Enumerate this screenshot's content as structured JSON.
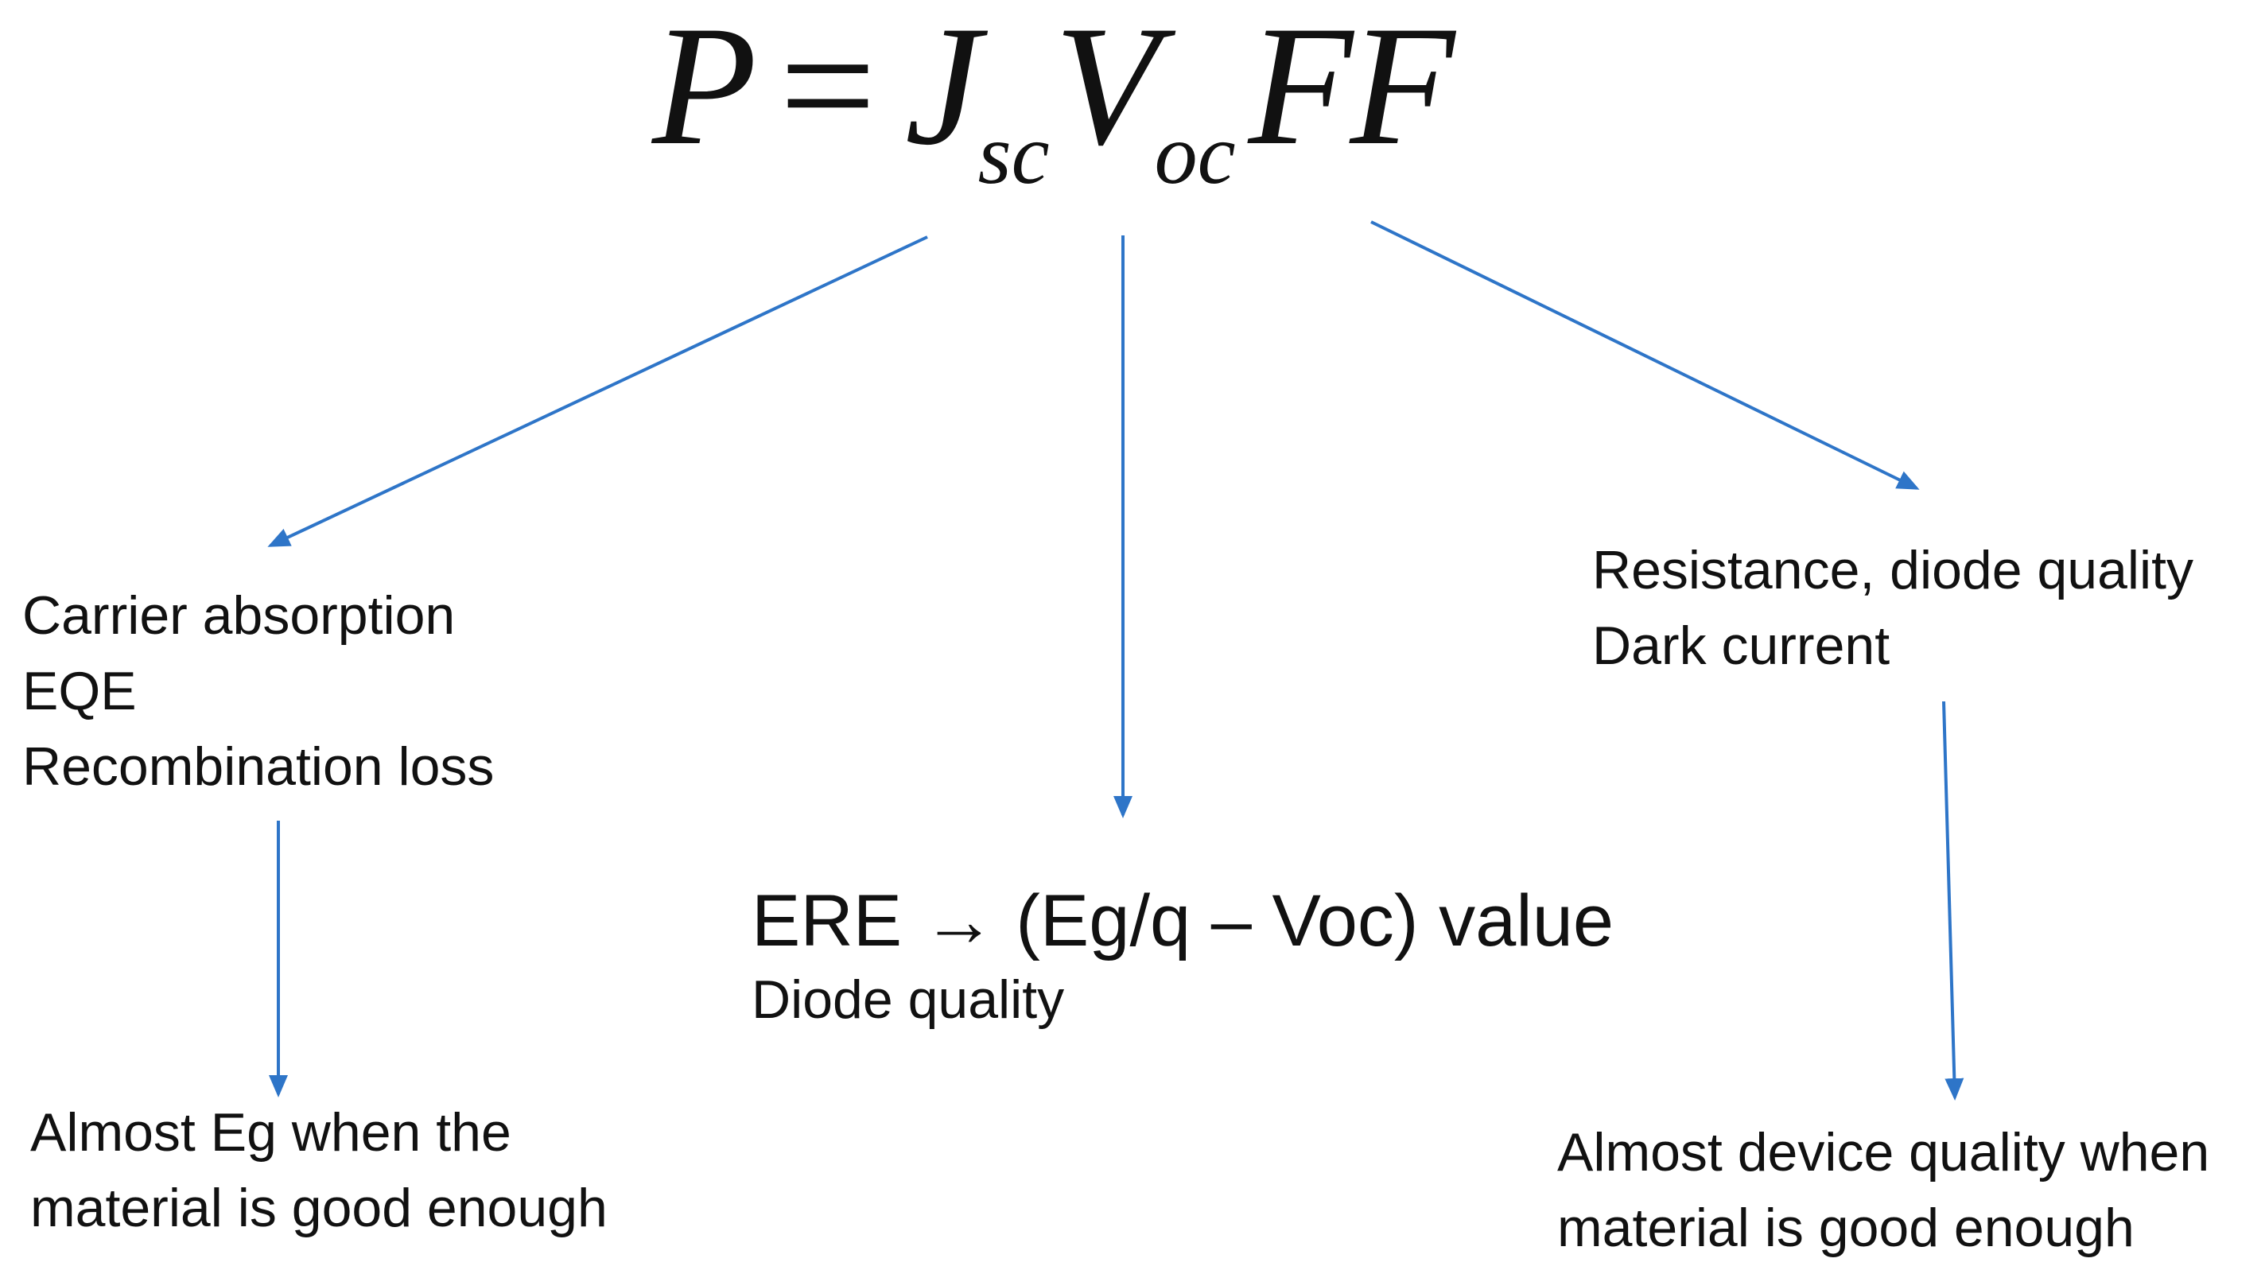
{
  "equation": {
    "lhs": "P",
    "equals": "=",
    "term1_base": "J",
    "term1_sub": "sc",
    "term2_base": "V",
    "term2_sub": "oc",
    "term3": "FF"
  },
  "colors": {
    "arrow": "#2E75C8",
    "text": "#111111",
    "background": "#FFFFFF"
  },
  "left": {
    "top_lines": [
      "Carrier absorption",
      "EQE",
      "Recombination loss"
    ],
    "bottom_lines": [
      "Almost Eg when the",
      "material is good enough"
    ]
  },
  "center": {
    "main": "ERE  → (Eg/q – Voc) value",
    "sub": "Diode quality"
  },
  "right": {
    "top_lines": [
      "Resistance, diode quality",
      "Dark current"
    ],
    "bottom_lines": [
      "Almost device quality when",
      "material is good enough"
    ]
  }
}
